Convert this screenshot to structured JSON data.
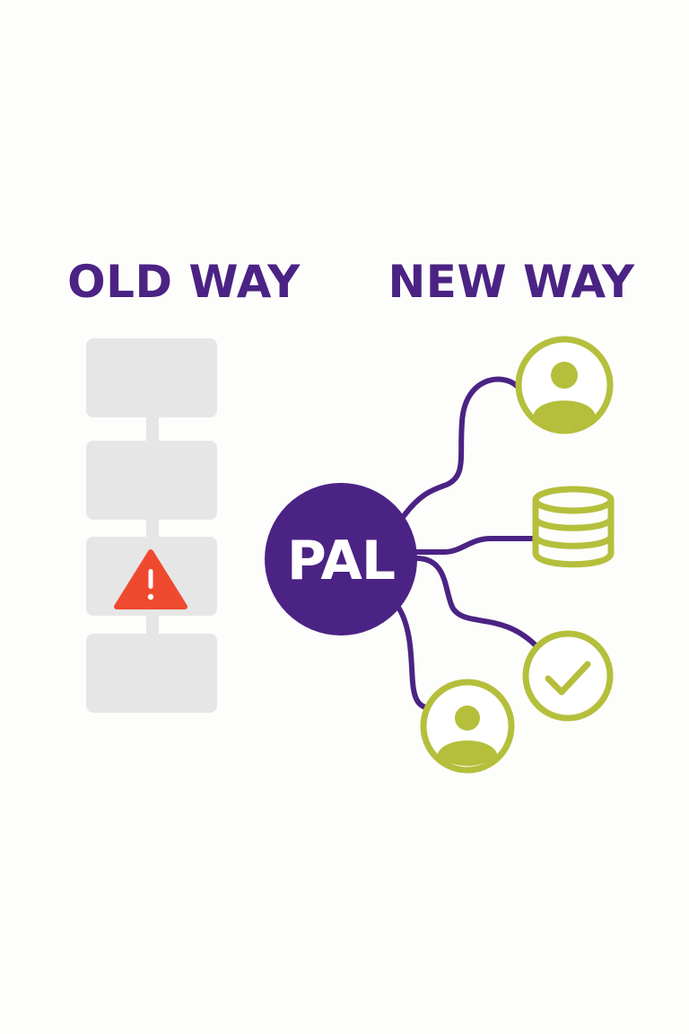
{
  "headings": {
    "old": "OLD WAY",
    "new": "NEW WAY"
  },
  "hub": {
    "label": "PAL"
  },
  "old_way": {
    "step_count": 4,
    "alert_step": 3,
    "alert_icon": "warning-triangle-icon"
  },
  "new_way": {
    "nodes": [
      "user-icon",
      "database-icon",
      "checkmark-icon",
      "user-icon"
    ]
  },
  "colors": {
    "purple": "#4b2384",
    "green": "#b5bf3c",
    "box_fill": "#e6e6e6",
    "alert": "#ef4a2f",
    "background": "#fdfdfb"
  }
}
